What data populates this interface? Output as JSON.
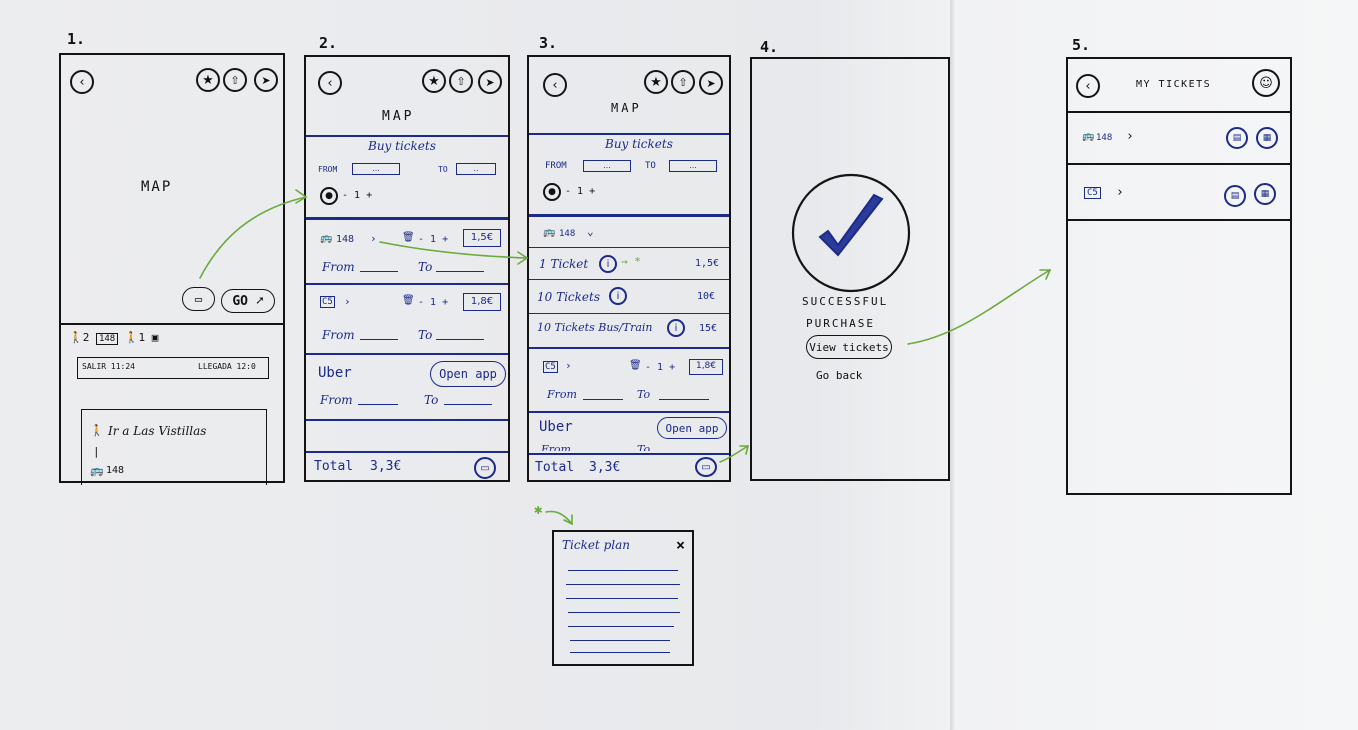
{
  "steps": [
    "1.",
    "2.",
    "3.",
    "4.",
    "5."
  ],
  "icons": [
    "back-icon",
    "star-icon",
    "share-icon",
    "navigate-icon",
    "ticket-icon",
    "user-icon",
    "walk-icon",
    "bus-icon",
    "info-icon",
    "check-icon",
    "close-icon",
    "chevron-down-icon",
    "chevron-right-icon"
  ],
  "screen1": {
    "map_label": "MAP",
    "go_label": "GO",
    "walk1_count": "2",
    "line_badge": "148",
    "walk2_count": "1",
    "depart": "SALIR 11:24",
    "arrive": "LLEGADA 12:0",
    "route_step": "Ir a Las Vistillas",
    "route_bus": "148"
  },
  "screen2": {
    "map_label": "MAP",
    "buy_title": "Buy tickets",
    "from_label": "FROM",
    "to_label": "TO",
    "from_value": "...",
    "to_value": "..",
    "passengers": "- 1 +",
    "bus_line": "148",
    "bus_qty": "- 1 +",
    "bus_price": "1,5€",
    "bus_from": "From",
    "bus_to": "To",
    "c5_badge": "C5",
    "c5_qty": "- 1 +",
    "c5_price": "1,8€",
    "c5_from": "From",
    "c5_to": "To",
    "uber": "Uber",
    "open_app": "Open app",
    "uber_from": "From",
    "uber_to": "To",
    "total_label": "Total",
    "total_value": "3,3€"
  },
  "screen3": {
    "map_label": "MAP",
    "buy_title": "Buy tickets",
    "from_label": "FROM",
    "to_label": "TO",
    "from_value": "...",
    "to_value": "...",
    "passengers": "- 1 +",
    "bus_line": "148",
    "options": [
      {
        "label": "1 Ticket",
        "price": "1,5€"
      },
      {
        "label": "10 Tickets",
        "price": "10€"
      },
      {
        "label": "10 Tickets Bus/Train",
        "price": "15€"
      }
    ],
    "c5_badge": "C5",
    "c5_qty": "- 1 +",
    "c5_price": "1,8€",
    "c5_from": "From",
    "c5_to": "To",
    "uber": "Uber",
    "open_app": "Open app",
    "uber_from": "From",
    "uber_to": "To",
    "total_label": "Total",
    "total_value": "3,3€"
  },
  "screen4": {
    "line1": "SUCCESSFUL",
    "line2": "PURCHASE",
    "view_tickets": "View tickets",
    "go_back": "Go back"
  },
  "screen5": {
    "title": "MY TICKETS",
    "row1": "148",
    "row2": "C5"
  },
  "popup": {
    "title": "Ticket plan",
    "close": "×"
  },
  "colors": {
    "ink": "#141414",
    "blue_ink": "#1c2a8a",
    "green_arrow": "#6aab3c",
    "paper": "#ebecef"
  }
}
